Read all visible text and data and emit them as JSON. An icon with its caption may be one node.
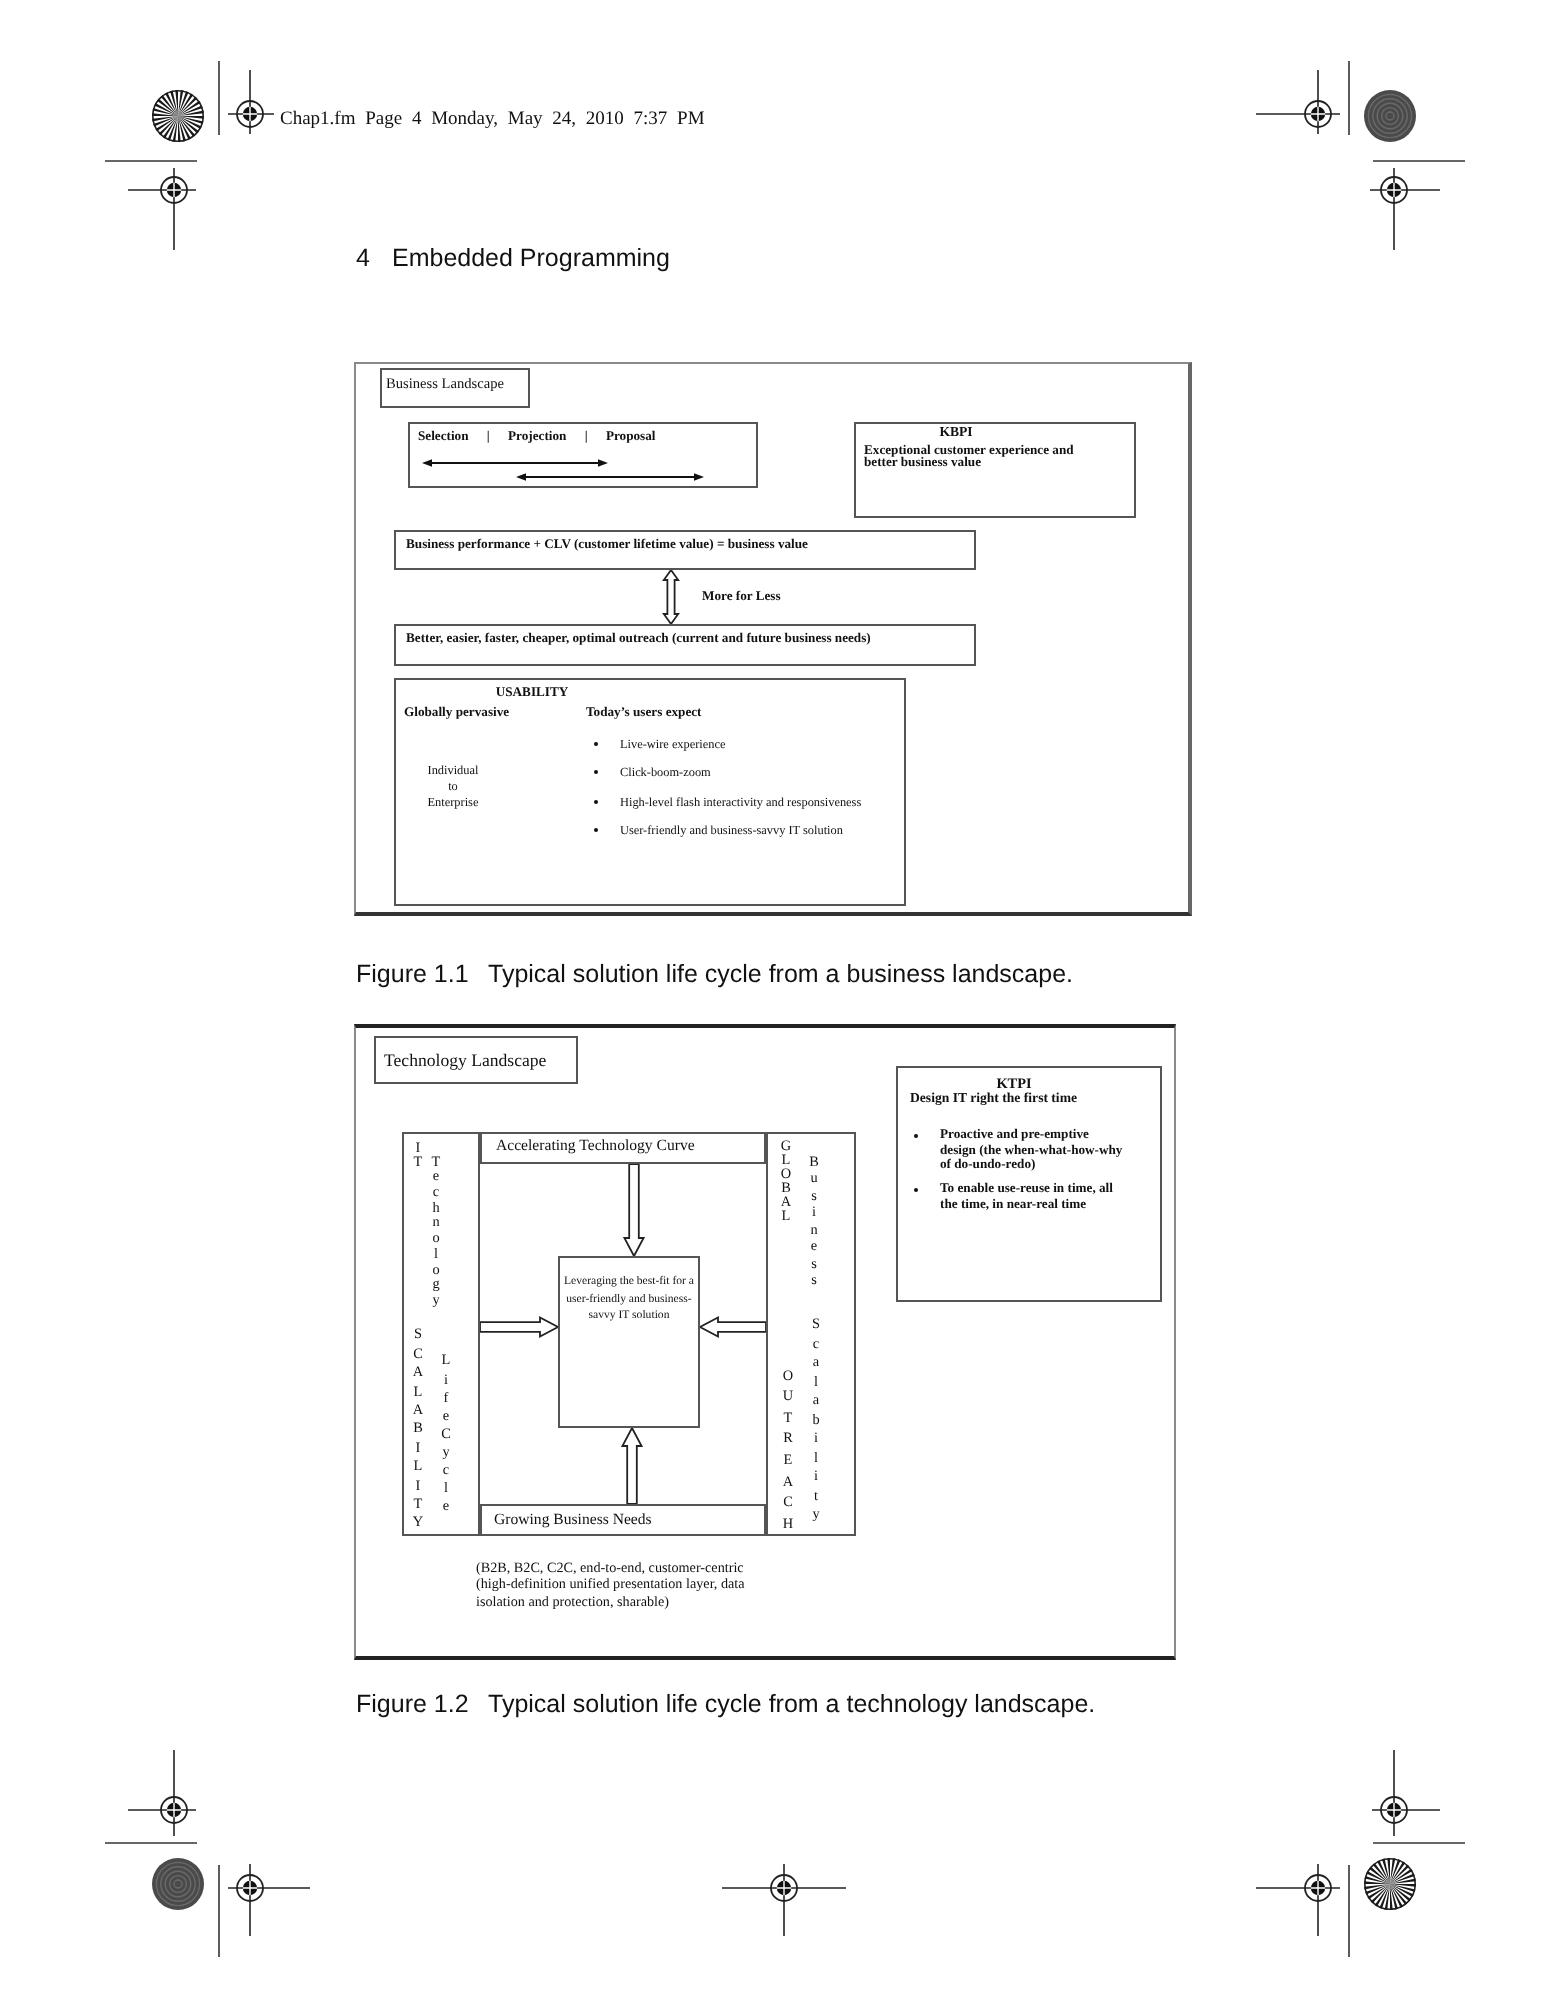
{
  "diagram": {
    "nodes": [
      {
        "text": [],
        "shape": "box"
      },
      {
        "text": [
          "Business Landscape"
        ],
        "in": 0
      },
      {
        "text": [
          "Selection | Projection | Proposal"
        ],
        "in": 0
      },
      {
        "text": [
          "KBPI",
          "Exceptional customer experience and better business value"
        ],
        "in": 0
      },
      {
        "text": [
          "Business performance + CLV (customer lifetime value) = business value"
        ],
        "in": 0
      },
      {
        "text": [
          "Better, easier, faster, cheaper, optimal outreach (current and future business needs)"
        ],
        "in": 0
      },
      {
        "text": [
          "USABILITY",
          "Globally pervasive",
          "Today’s users expect",
          "Individual to Enterprise",
          "Live-wire experience",
          "Click-boom-zoom",
          "High-level flash interactivity and responsiveness",
          "User-friendly and business-savvy IT solution"
        ],
        "in": 0
      },
      {
        "text": [],
        "shape": "box"
      },
      {
        "text": [
          "Technology Landscape"
        ],
        "in": 7
      },
      {
        "text": [
          "KTPI",
          "Design IT right the first time",
          "Proactive and pre-emptive design (the when-what-how-why of do-undo-redo)",
          "To enable use-reuse in time, all the time, in near-real time"
        ],
        "in": 7
      },
      {
        "text": [],
        "shape": "box",
        "in": 7
      },
      {
        "text": [
          "IT",
          "Technology",
          "SCALABILITY",
          "Life Cycle"
        ],
        "in": 10
      },
      {
        "text": [
          "Accelerating Technology Curve"
        ],
        "in": 10
      },
      {
        "text": [
          "GLOBAL",
          "Business",
          "OUTREACH",
          "Scalability"
        ],
        "in": 10
      },
      {
        "text": [
          "Leveraging the best-fit for a user-friendly and business-savvy IT solution"
        ],
        "in": 10
      },
      {
        "text": [
          "Growing Business Needs"
        ],
        "in": 10
      }
    ],
    "edges": [
      {
        "from": 4,
        "to": 5,
        "arrow": "both",
        "label": "More for Less"
      },
      {
        "from": 12,
        "to": 14,
        "arrow": "to"
      },
      {
        "from": 11,
        "to": 14,
        "arrow": "to"
      },
      {
        "from": 13,
        "to": 14,
        "arrow": "to"
      },
      {
        "from": 15,
        "to": 14,
        "arrow": "to"
      }
    ],
    "labels": [
      "Chap1.fm Page 4 Monday, May 24, 2010 7:37 PM",
      "4",
      "Embedded Programming",
      "Figure 1.1",
      "Typical solution life cycle from a business landscape.",
      "(B2B, B2C, C2C, end-to-end, customer-centric (high-definition unified presentation layer, data isolation and protection, sharable)",
      "Figure 1.2",
      "Typical solution life cycle from a technology landscape."
    ]
  }
}
